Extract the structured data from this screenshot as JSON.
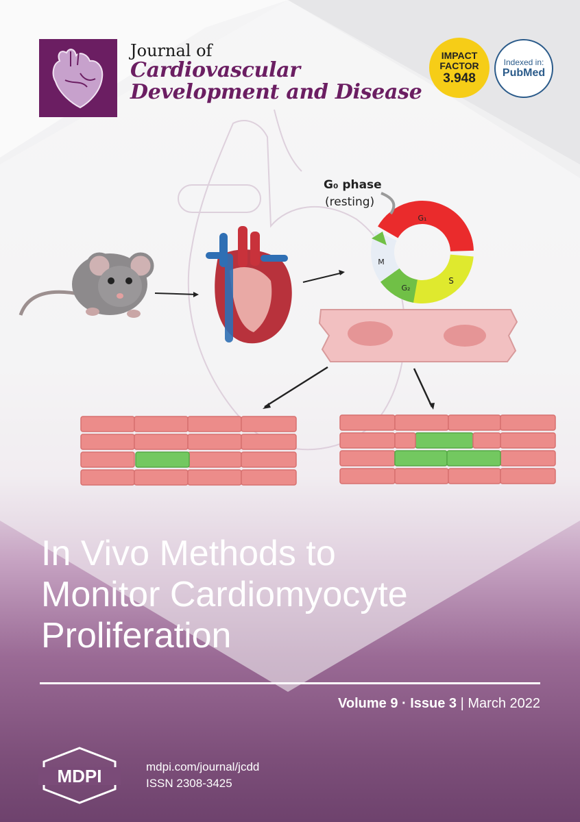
{
  "journal": {
    "line1": "Journal of",
    "line2": "Cardiovascular",
    "line3": "Development and Disease"
  },
  "badges": {
    "impact_l1": "IMPACT",
    "impact_l2": "FACTOR",
    "impact_value": "3.948",
    "indexed_label": "Indexed in:",
    "indexed_value": "PubMed"
  },
  "figure": {
    "g0_phase": "G₀ phase",
    "resting": "(resting)",
    "g1": "G₁",
    "s": "S",
    "g2": "G₂",
    "m": "M"
  },
  "cover": {
    "title_line1": "In Vivo Methods to",
    "title_line2": "Monitor Cardiomyocyte",
    "title_line3": "Proliferation"
  },
  "issue": {
    "volume": "Volume 9",
    "sep": " · ",
    "issue": "Issue 3",
    "bar": " | ",
    "date": "March 2022"
  },
  "publisher": {
    "name": "MDPI",
    "url": "mdpi.com/journal/jcdd",
    "issn": "ISSN 2308-3425"
  },
  "colors": {
    "brand_purple": "#6b1e62",
    "impact_yellow": "#f6cd17",
    "pubmed_blue": "#2b5b8a"
  }
}
